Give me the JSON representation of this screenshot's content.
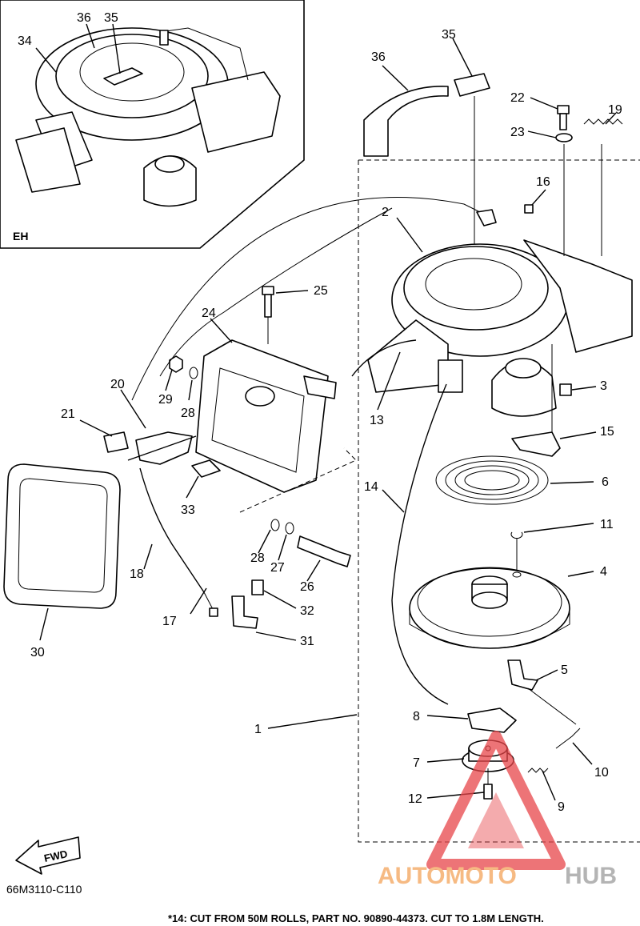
{
  "inset": {
    "label": "EH",
    "callouts": [
      "34",
      "36",
      "35"
    ]
  },
  "callouts": {
    "c1": "1",
    "c2": "2",
    "c3": "3",
    "c4": "4",
    "c5": "5",
    "c6": "6",
    "c7": "7",
    "c8": "8",
    "c9": "9",
    "c10": "10",
    "c11": "11",
    "c12": "12",
    "c13": "13",
    "c14": "14",
    "c15": "15",
    "c16": "16",
    "c17": "17",
    "c18": "18",
    "c19": "19",
    "c20": "20",
    "c21": "21",
    "c22": "22",
    "c23": "23",
    "c24": "24",
    "c25": "25",
    "c26": "26",
    "c27": "27",
    "c28a": "28",
    "c28b": "28",
    "c29": "29",
    "c30": "30",
    "c31": "31",
    "c32": "32",
    "c33": "33",
    "c35": "35",
    "c36": "36"
  },
  "fwd_label": "FWD",
  "diagram_code": "66M3110-C110",
  "footnote": "*14: CUT FROM 50M ROLLS, PART NO. 90890-44373. CUT TO 1.8M LENGTH.",
  "watermark": {
    "part1": "AUTOMOTO",
    "part2": "HUB",
    "color1": "#f3a45a",
    "color2": "#9b9b9b",
    "logo_color": "#e8464a"
  }
}
